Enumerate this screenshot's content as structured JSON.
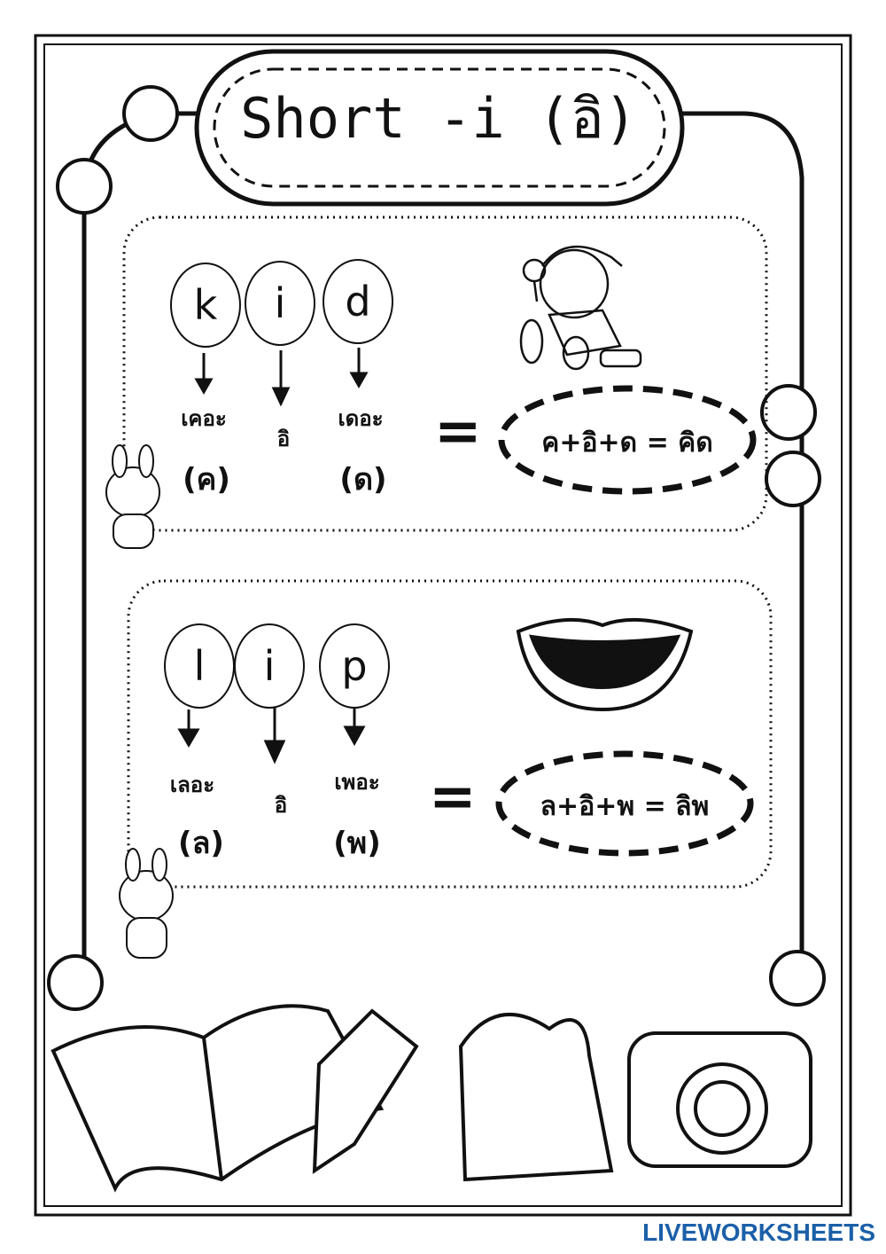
{
  "title": "Short -i (อิ)",
  "sections": [
    {
      "letters": [
        "k",
        "i",
        "d"
      ],
      "sounds": [
        "เคอะ",
        "อิ",
        "เดอะ"
      ],
      "thai_letters": [
        "(ค)",
        "(ด)"
      ],
      "equals": "=",
      "result": "ค+อิ+ด = คิด",
      "picture": "boy-with-lollipop-and-toy-car"
    },
    {
      "letters": [
        "l",
        "i",
        "p"
      ],
      "sounds": [
        "เลอะ",
        "อิ",
        "เพอะ"
      ],
      "thai_letters": [
        "(ล)",
        "(พ)"
      ],
      "equals": "=",
      "result": "ล+อิ+พ = ลิพ",
      "picture": "smiling-lips"
    }
  ],
  "footer_brand": "LIVEWORKSHEETS"
}
